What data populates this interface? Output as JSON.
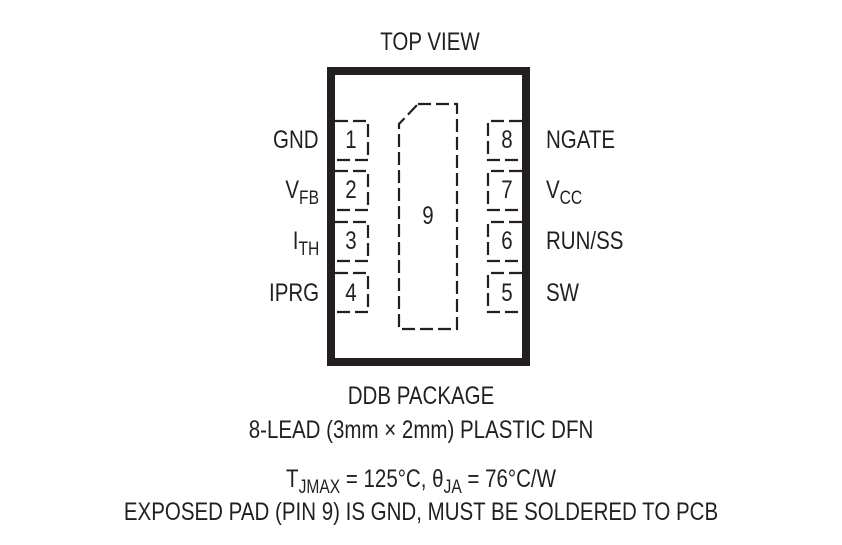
{
  "diagram": {
    "title": "TOP VIEW",
    "package": {
      "name": "DDB PACKAGE",
      "description": "8-LEAD (3mm × 2mm) PLASTIC DFN"
    },
    "left_pins": [
      {
        "number": "1",
        "label": "GND",
        "sub": ""
      },
      {
        "number": "2",
        "label": "V",
        "sub": "FB"
      },
      {
        "number": "3",
        "label": "I",
        "sub": "TH"
      },
      {
        "number": "4",
        "label": "IPRG",
        "sub": ""
      }
    ],
    "right_pins": [
      {
        "number": "8",
        "label": "NGATE",
        "sub": ""
      },
      {
        "number": "7",
        "label": "V",
        "sub": "CC"
      },
      {
        "number": "6",
        "label": "RUN/SS",
        "sub": ""
      },
      {
        "number": "5",
        "label": "SW",
        "sub": ""
      }
    ],
    "exposed_pad": {
      "number": "9"
    },
    "thermal": {
      "tjmax_symbol": "T",
      "tjmax_sub": "JMAX",
      "tjmax_value": " = 125°C, ",
      "theta_symbol": "θ",
      "theta_sub": "JA",
      "theta_value": " = 76°C/W"
    },
    "note": "EXPOSED PAD (PIN 9) IS GND, MUST BE SOLDERED TO PCB"
  }
}
